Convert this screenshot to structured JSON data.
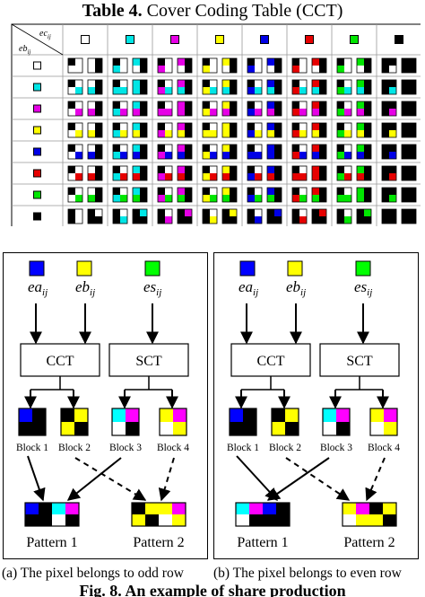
{
  "table_caption": {
    "label": "Table 4.",
    "text": "Cover Coding Table (CCT)"
  },
  "table": {
    "corner_col_label": "ec",
    "corner_col_sub": "ij",
    "corner_row_label": "eb",
    "corner_row_sub": "ij",
    "colors": [
      "#ffffff",
      "#00e6e6",
      "#e600e6",
      "#ffff00",
      "#0000e6",
      "#e60000",
      "#00e600",
      "#000000"
    ]
  },
  "diagram": {
    "inputs": [
      {
        "name": "ea",
        "sub": "ij",
        "color": "#0000ff"
      },
      {
        "name": "eb",
        "sub": "ij",
        "color": "#ffff00"
      },
      {
        "name": "es",
        "sub": "ij",
        "color": "#00ff00"
      }
    ],
    "box_cct": "CCT",
    "box_sct": "SCT",
    "blocks": [
      "Block 1",
      "Block 2",
      "Block 3",
      "Block 4"
    ],
    "patterns": [
      "Pattern 1",
      "Pattern 2"
    ]
  },
  "captions": {
    "a": "(a) The pixel belongs to odd row",
    "b": "(b) The pixel belongs to even row"
  },
  "figure_caption": "Fig. 8. An example of share production"
}
